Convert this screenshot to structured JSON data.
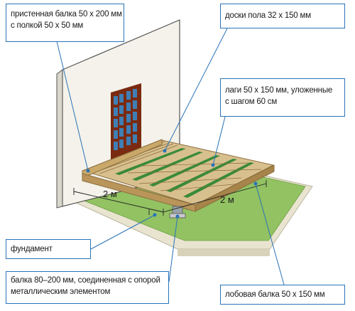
{
  "callouts": {
    "wall_beam": [
      "пристенная балка 50 x 200 мм",
      "с полкой 50 x 50 мм"
    ],
    "floor_boards": [
      "доски пола 32 х 150 мм"
    ],
    "joists": [
      "лаги 50 x 150 мм, уложенные",
      "с шагом 60 см"
    ],
    "foundation": [
      "фундамент"
    ],
    "support_beam": [
      "балка 80–200 мм, соединенная с опорой",
      "металлическим элементом"
    ],
    "front_beam": [
      "лобовая балка 50 х 150 мм"
    ]
  },
  "dimensions": {
    "left_span": "2 м",
    "right_span": "2 м"
  },
  "colors": {
    "callout_border": "#2a73b8",
    "wood": "#c9b07d",
    "wood_dark": "#8a6d3e",
    "grass": "#8fc060",
    "ground": "#e9e4cf",
    "wall": "#f4f2ea",
    "door": "#7a2a10",
    "glass": "#3f7fb5"
  }
}
